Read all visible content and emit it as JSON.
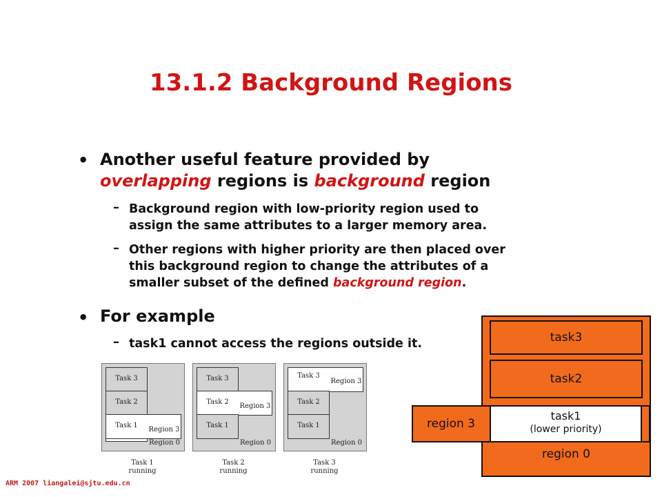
{
  "title": "13.1.2 Background Regions",
  "bullets": {
    "b1_pre": "Another useful feature provided by",
    "b1_red1": "overlapping",
    "b1_mid": " regions is ",
    "b1_red2": "background",
    "b1_post": " region",
    "sub1_line1": "Background region with low-priority region used to",
    "sub1_line2": "assign the same attributes to a larger memory area.",
    "sub2_line1": "Other regions with higher priority are then placed over",
    "sub2_line2": "this background region to change the attributes of a",
    "sub2_line3_pre": "smaller subset of the defined ",
    "sub2_line3_red": "background region",
    "sub2_line3_post": ".",
    "b2": "For example",
    "sub3": "task1 cannot access the regions outside it."
  },
  "mini_diagrams": {
    "task3": "Task 3",
    "task2": "Task 2",
    "task1": "Task 1",
    "region3": "Region 3",
    "region0": "Region 0",
    "cap1_l1": "Task 1",
    "cap2_l1": "Task 2",
    "cap3_l1": "Task 3",
    "cap_l2": "running"
  },
  "right_diagram": {
    "task3": "task3",
    "task2": "task2",
    "task1": "task1",
    "task1_note": "(lower priority)",
    "region3": "region 3",
    "region0": "region 0",
    "color": "#f26a1c"
  },
  "footer": "ARM 2007 liangalei@sjtu.edu.cn"
}
